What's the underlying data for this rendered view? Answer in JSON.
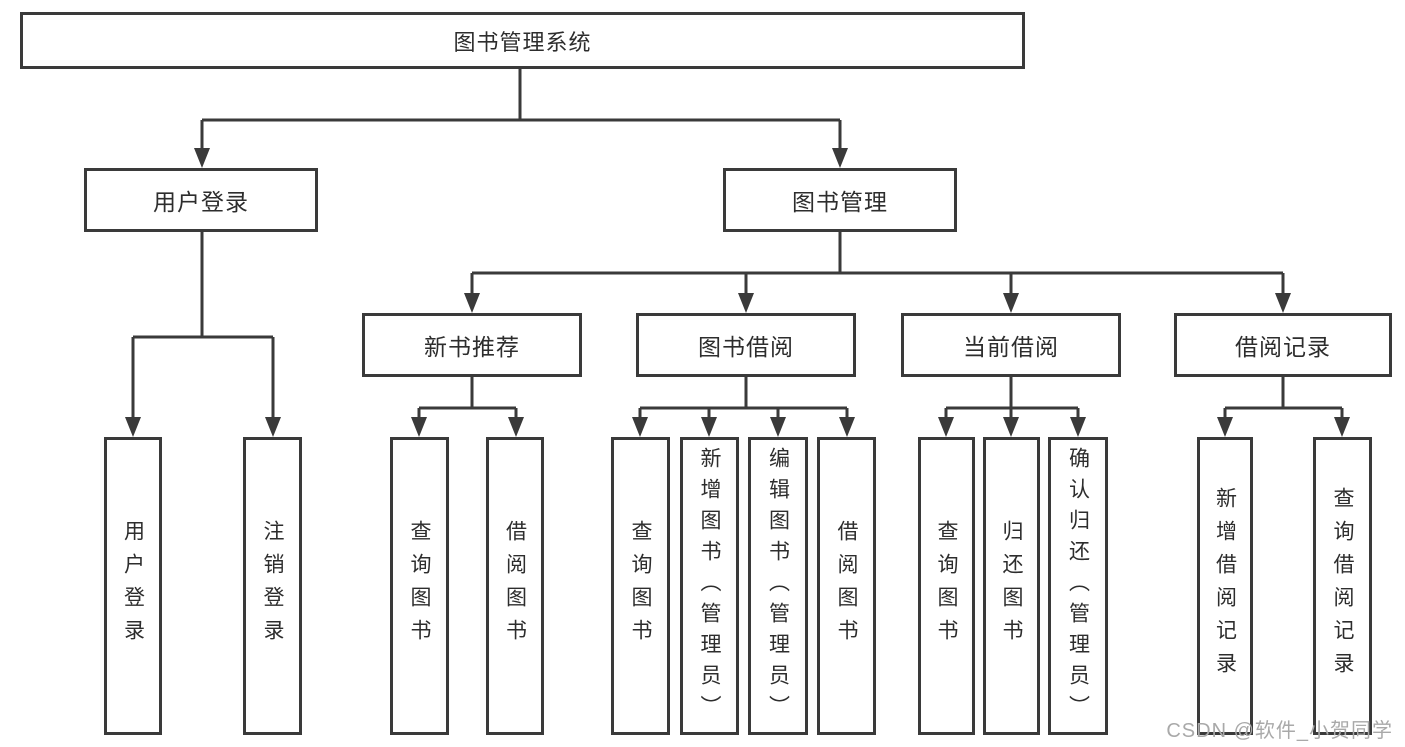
{
  "diagram": {
    "root": {
      "label": "图书管理系统"
    },
    "branches": [
      {
        "label": "用户登录",
        "children": [
          {
            "label": "用户登录"
          },
          {
            "label": "注销登录"
          }
        ]
      },
      {
        "label": "图书管理",
        "children": [
          {
            "label": "新书推荐",
            "children": [
              {
                "label": "查询图书"
              },
              {
                "label": "借阅图书"
              }
            ]
          },
          {
            "label": "图书借阅",
            "children": [
              {
                "label": "查询图书"
              },
              {
                "label": "新增图书（管理员）"
              },
              {
                "label": "编辑图书（管理员）"
              },
              {
                "label": "借阅图书"
              }
            ]
          },
          {
            "label": "当前借阅",
            "children": [
              {
                "label": "查询图书"
              },
              {
                "label": "归还图书"
              },
              {
                "label": "确认归还（管理员）"
              }
            ]
          },
          {
            "label": "借阅记录",
            "children": [
              {
                "label": "新增借阅记录"
              },
              {
                "label": "查询借阅记录"
              }
            ]
          }
        ]
      }
    ],
    "watermark": "CSDN @软件_小贺同学",
    "colors": {
      "line": "#3a3a3a",
      "text": "#2d2d2d",
      "watermark": "#a9a9a9",
      "background": "#ffffff"
    }
  }
}
